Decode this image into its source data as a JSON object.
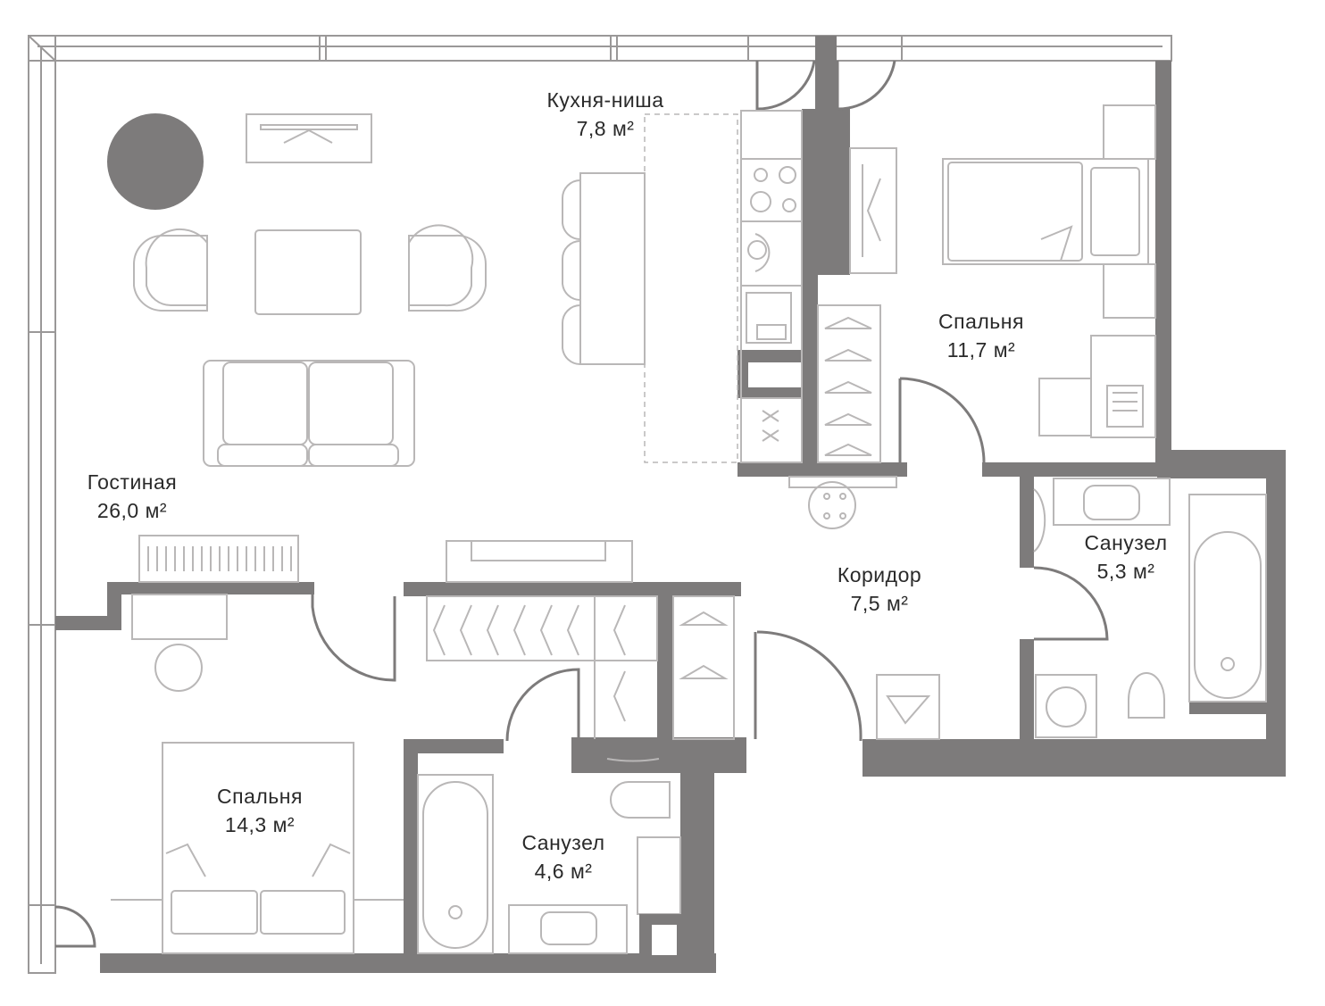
{
  "colors": {
    "wall": "#7d7b7b",
    "outline": "#9a9898",
    "furniture": "#b9b7b7",
    "accent_circle": "#7d7b7b",
    "text": "#2a2a2a"
  },
  "rooms": {
    "living": {
      "name": "Гостиная",
      "area": "26,0 м²"
    },
    "kitchen": {
      "name": "Кухня-ниша",
      "area": "7,8 м²"
    },
    "bedroom1": {
      "name": "Спальня",
      "area": "11,7 м²"
    },
    "corridor": {
      "name": "Коридор",
      "area": "7,5 м²"
    },
    "bath1": {
      "name": "Санузел",
      "area": "5,3 м²"
    },
    "bedroom2": {
      "name": "Спальня",
      "area": "14,3 м²"
    },
    "bath2": {
      "name": "Санузел",
      "area": "4,6 м²"
    }
  }
}
